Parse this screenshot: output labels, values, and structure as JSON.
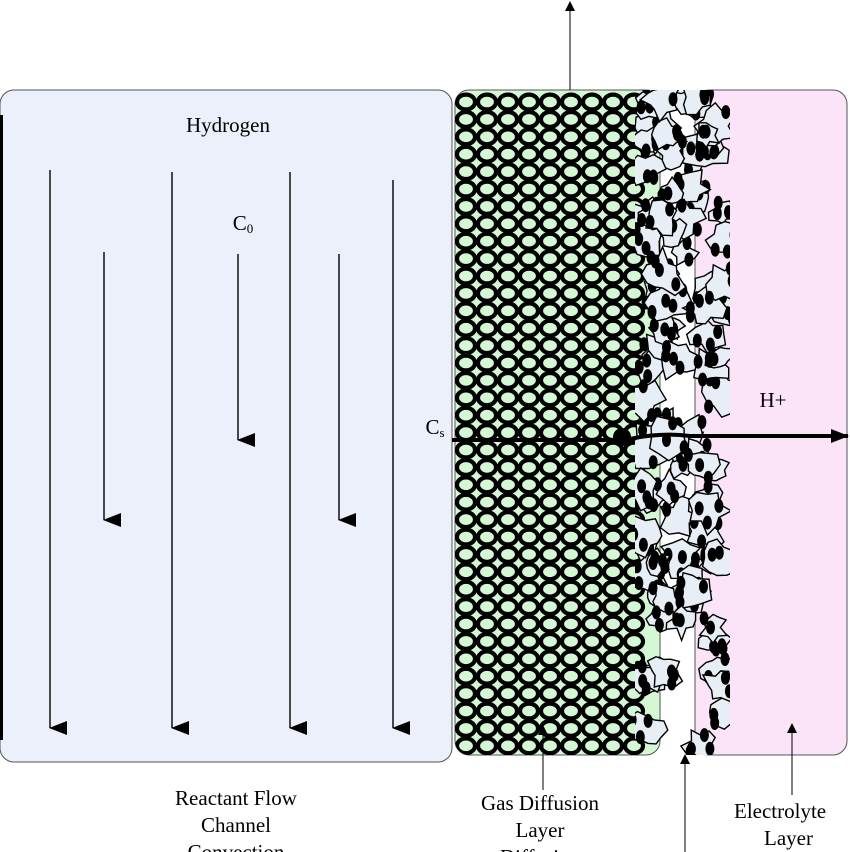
{
  "channel": {
    "title": "Hydrogen",
    "bulk_concentration": {
      "symbol": "C",
      "subscript": "0"
    },
    "surface_concentration": {
      "symbol": "C",
      "subscript": "s"
    },
    "caption": [
      "Reactant Flow",
      "Channel",
      "Convection"
    ]
  },
  "gdl": {
    "caption": [
      "Gas Diffusion",
      "Layer",
      "Diffusion"
    ]
  },
  "electrolyte": {
    "ion_label": "H+",
    "caption": [
      "Electrolyte",
      "Layer"
    ]
  },
  "colors": {
    "channel_fill": "#ecf0fa",
    "gdl_fill": "#d4f7d4",
    "electrolyte_fill": "#fbe3f8",
    "catalyst_fill": "#e8eef5",
    "ink": "#000000"
  }
}
